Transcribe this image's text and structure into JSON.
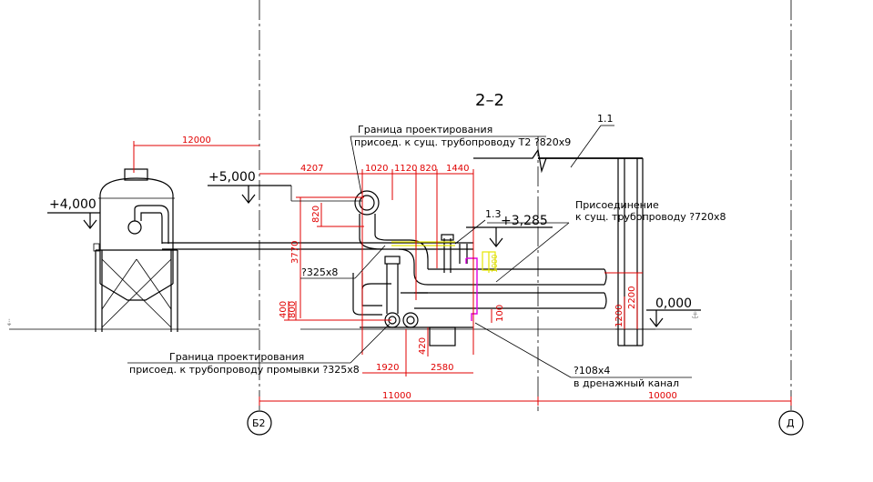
{
  "section_title": "2–2",
  "elevations": {
    "vessel": "+4,000",
    "upper": "+5,000",
    "connection": "+3,285",
    "ground": "0,000"
  },
  "callouts": {
    "ref": "1.1",
    "ref2": "1.3",
    "boundary_top_line1": "Граница проектирования",
    "boundary_top_line2": "присоед. к сущ. трубопроводу Т2  ?820х9",
    "connection_line1": "Присоединение",
    "connection_line2": "к сущ. трубопроводу ?720х8",
    "pipe_325": "?325х8",
    "boundary_bottom_line1": "Граница проектирования",
    "boundary_bottom_line2": "присоед. к трубопроводу промывки ?325х8",
    "drain_line1": "?108х4",
    "drain_line2": "в дренажный канал"
  },
  "dimensions": {
    "d12000": "12000",
    "d4207": "4207",
    "d1020": "1020",
    "d1120": "1120",
    "d820a": "820",
    "d1440": "1440",
    "d820b": "820",
    "d3770": "3770",
    "d400": "400",
    "d800": "800",
    "d420": "420",
    "d1920": "1920",
    "d2580": "2580",
    "d100": "100",
    "d1200": "1200",
    "d2200": "2200",
    "d11000": "11000",
    "d10000": "10000",
    "d_yellow": "1000"
  },
  "axes": {
    "b2": "Б2",
    "d": "Д"
  }
}
